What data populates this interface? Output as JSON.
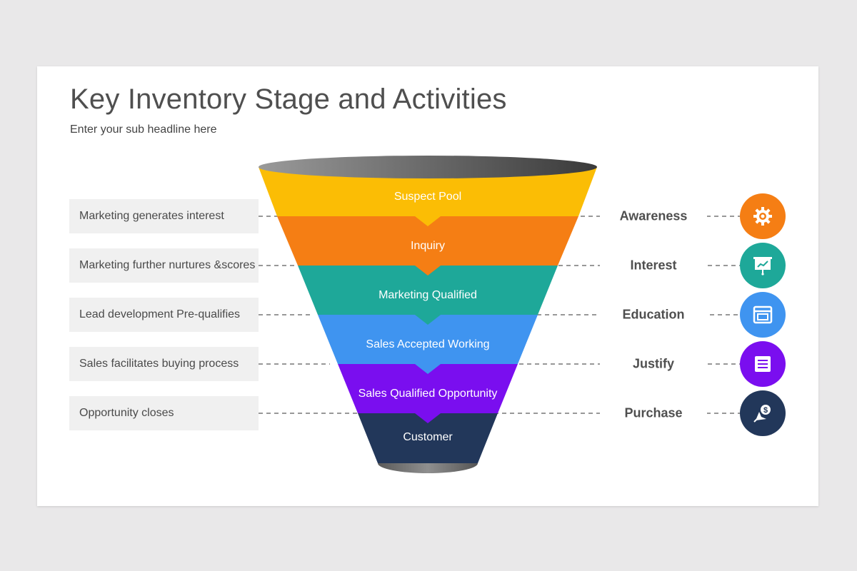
{
  "title": "Key Inventory Stage and Activities",
  "subtitle": "Enter your sub headline here",
  "stages": [
    {
      "label": "Suspect Pool",
      "activity": "Marketing generates interest",
      "phase": "Awareness",
      "color": "#fbbd05",
      "icon": "gear-icon"
    },
    {
      "label": "Inquiry",
      "activity": "Marketing further nurtures &scores",
      "phase": "Interest",
      "color": "#f57e14",
      "icon": "presentation-chart-icon"
    },
    {
      "label": "Marketing Qualified",
      "activity": "Lead development Pre-qualifies",
      "phase": "Education",
      "color": "#1ea899",
      "icon": "browser-window-icon"
    },
    {
      "label": "Sales Accepted Working",
      "activity": "Sales facilitates buying process",
      "phase": "Justify",
      "color": "#3f94f0",
      "icon": "document-list-icon"
    },
    {
      "label": "Sales Qualified Opportunity",
      "activity": "Opportunity closes",
      "phase": "Purchase",
      "color": "#7a0eef",
      "icon": "dollar-click-icon"
    },
    {
      "label": "Customer",
      "color": "#22375a"
    }
  ],
  "phase_colors": [
    "#f57e14",
    "#1ea899",
    "#3f94f0",
    "#7a0eef",
    "#22375a"
  ]
}
